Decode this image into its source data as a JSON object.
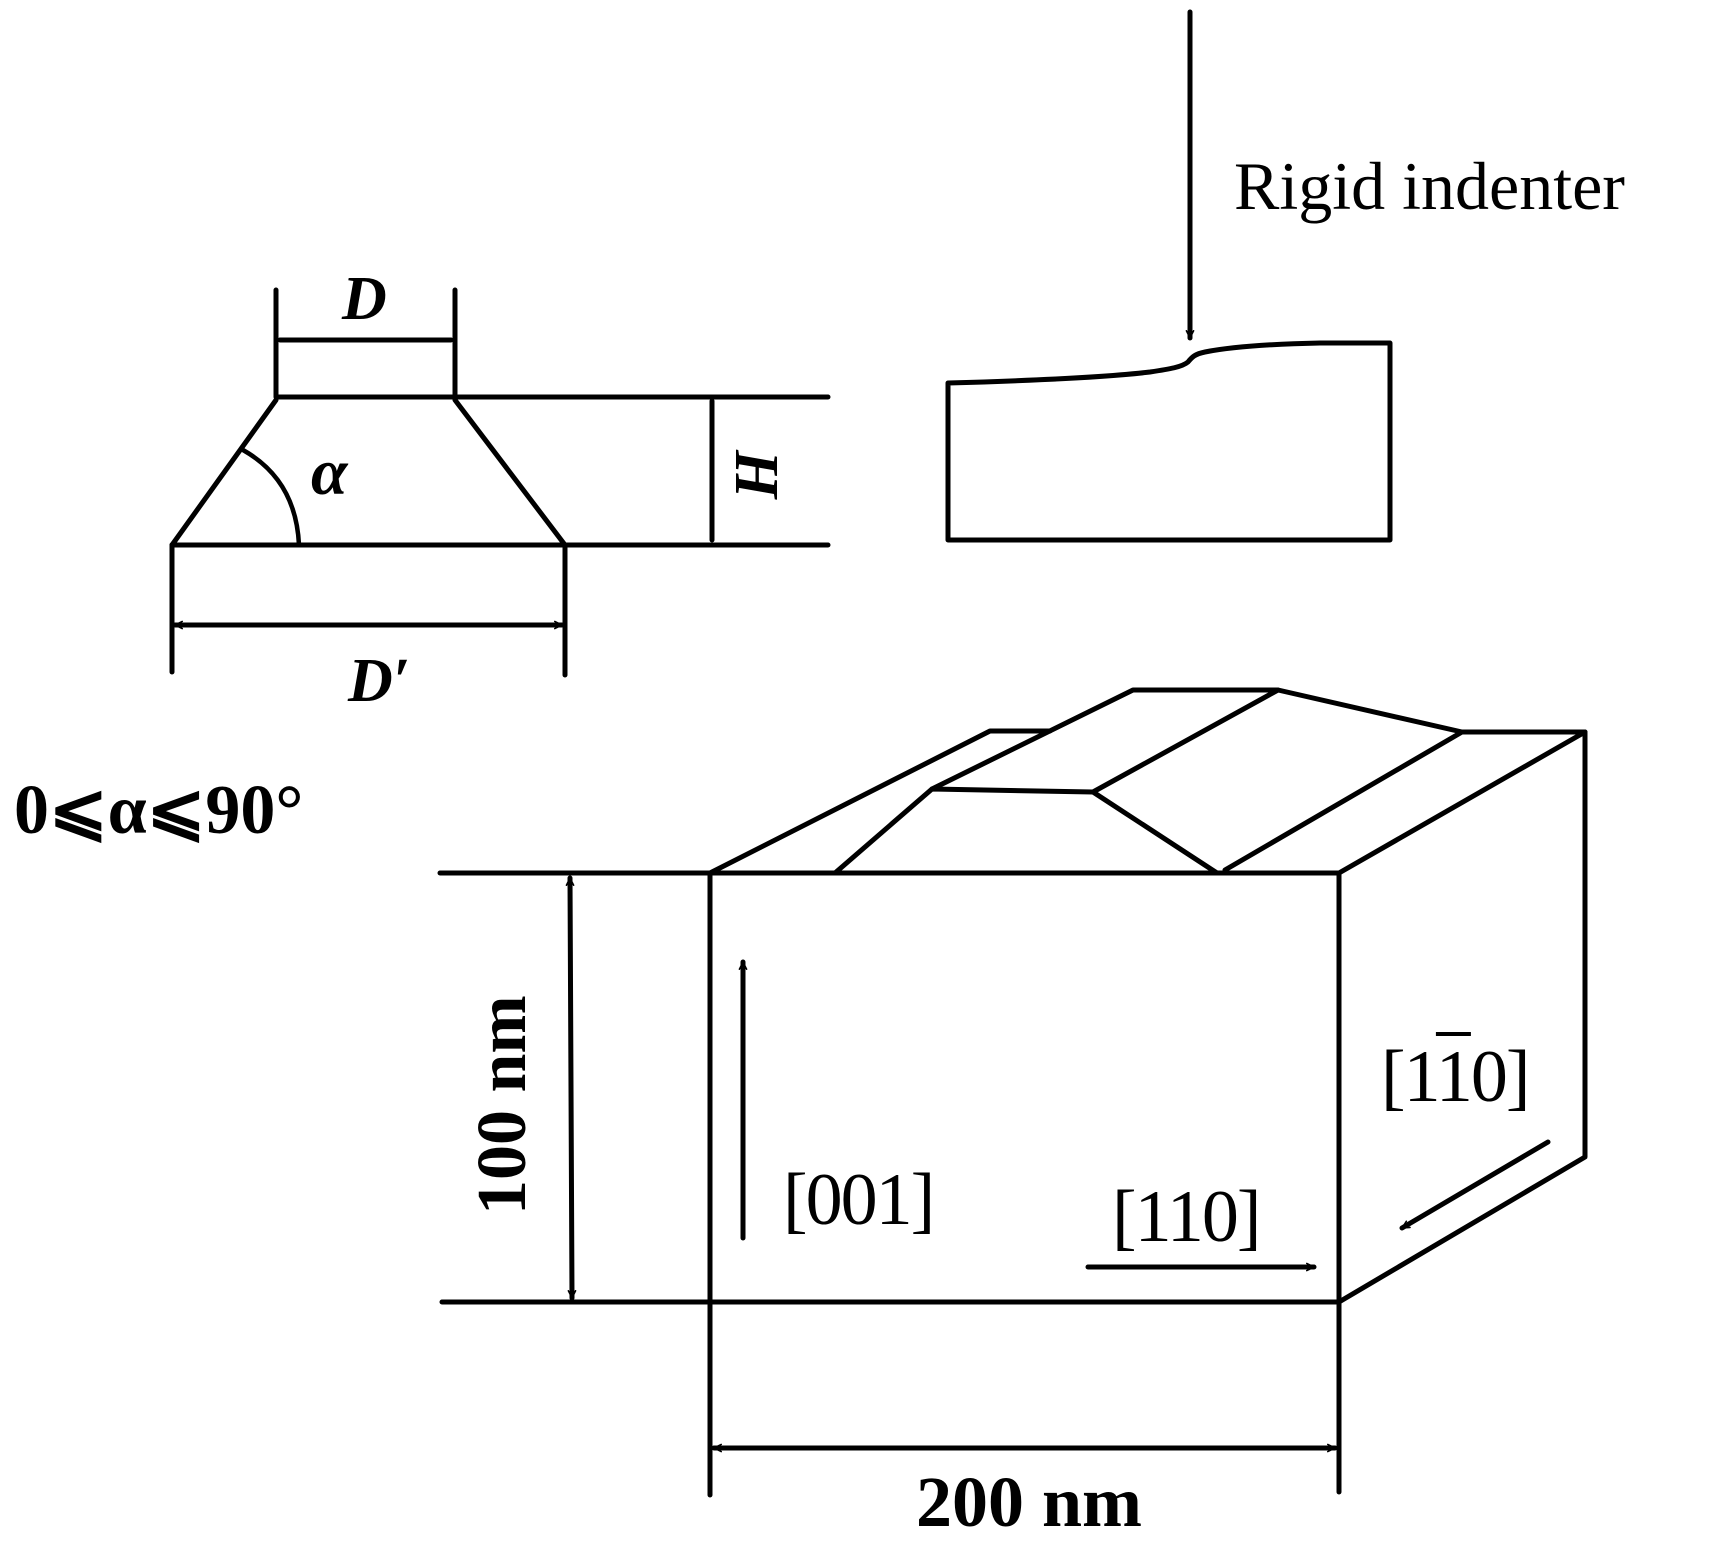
{
  "colors": {
    "stroke": "#000000",
    "background": "#ffffff"
  },
  "trapezoid": {
    "label_top_width": "D",
    "label_bottom_width": "D′",
    "label_height": "H",
    "label_angle": "α",
    "angle_range": "0⩽α⩽90°"
  },
  "indenter": {
    "label": "Rigid indenter"
  },
  "box": {
    "height_label": "100 nm",
    "width_label": "200 nm",
    "direction_vertical": "[001]",
    "direction_horizontal": "[110]",
    "direction_depth_prefix": "[1",
    "direction_depth_bar": "1",
    "direction_depth_suffix": "0]"
  }
}
